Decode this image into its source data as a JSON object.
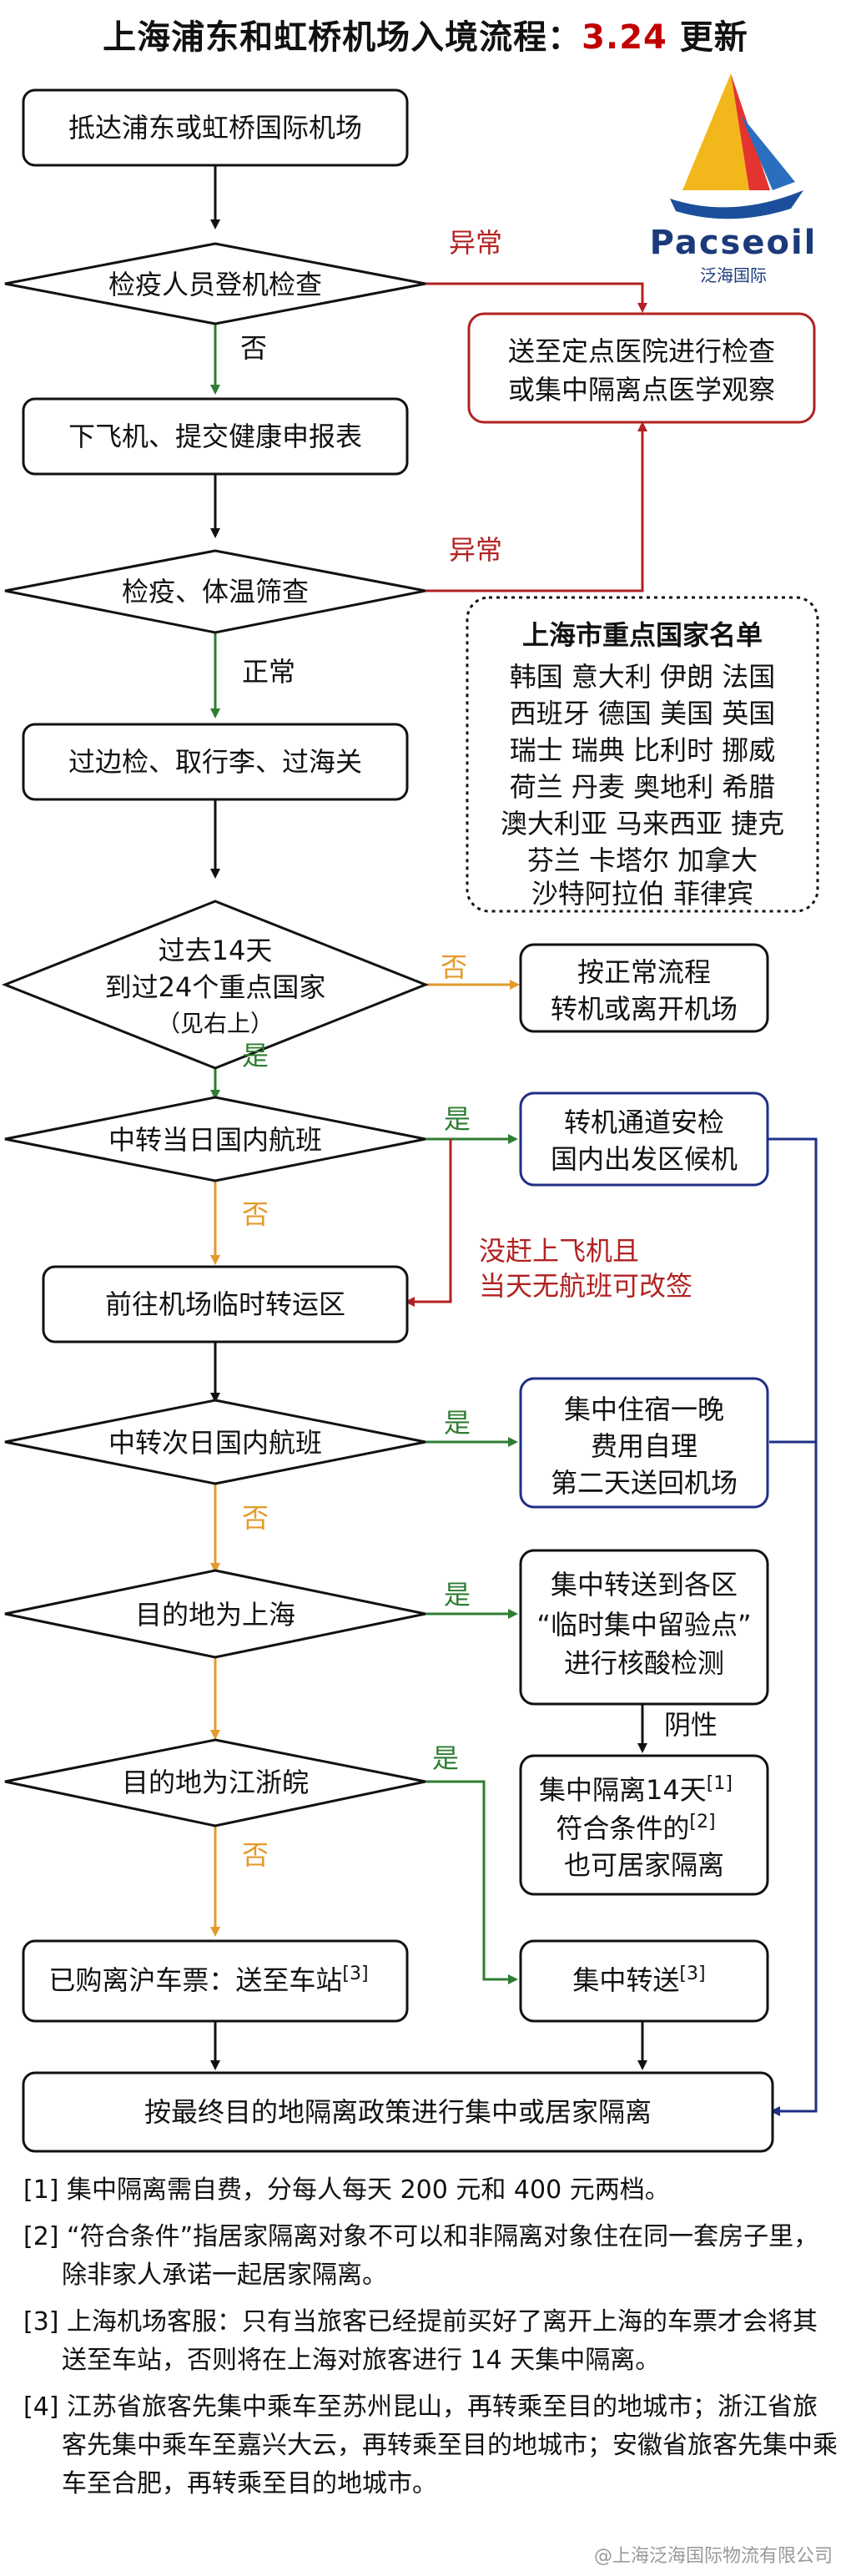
{
  "title": {
    "main": "上海浦东和虹桥机场入境流程：",
    "accent": "3.24",
    "suffix": " 更新"
  },
  "nodes": {
    "arrive": "抵达浦东或虹桥国际机场",
    "quarantine_check": "检疫人员登机检查",
    "hospital": [
      "送至定点医院进行检查",
      "或集中隔离点医学观察"
    ],
    "deplane": "下飞机、提交健康申报表",
    "temp_screen": "检疫、体温筛查",
    "border": "过边检、取行李、过海关",
    "past14": [
      "过去14天",
      "到过24个重点国家",
      "（见右上）"
    ],
    "normal_flow": [
      "按正常流程",
      "转机或离开机场"
    ],
    "same_day": "中转当日国内航班",
    "transfer_gate": [
      "转机通道安检",
      "国内出发区候机"
    ],
    "temp_zone": "前往机场临时转运区",
    "next_day": "中转次日国内航班",
    "overnight": [
      "集中住宿一晚",
      "费用自理",
      "第二天送回机场"
    ],
    "dest_sh": "目的地为上海",
    "district": [
      "集中转送到各区",
      "“临时集中留验点”",
      "进行核酸检测"
    ],
    "isolation": [
      "集中隔离14天",
      "[1]",
      "符合条件的",
      "[2]",
      "也可居家隔离"
    ],
    "dest_jzw": "目的地为江浙皖",
    "station": "已购离沪车票：送至车站",
    "station_ref": "[3]",
    "transfer": "集中转送",
    "transfer_ref": "[3]",
    "final": "按最终目的地隔离政策进行集中或居家隔离"
  },
  "labels": {
    "abnormal1": "异常",
    "abnormal2": "异常",
    "no1": "否",
    "normal": "正常",
    "no2": "否",
    "yes1": "是",
    "yes2": "是",
    "no3": "否",
    "missed": [
      "没赶上飞机且",
      "当天无航班可改签"
    ],
    "yes3": "是",
    "no4": "否",
    "yes4": "是",
    "negative": "阴性",
    "yes5": "是",
    "no5": "否"
  },
  "country_list": {
    "title": "上海市重点国家名单",
    "rows": [
      "韩国  意大利  伊朗  法国",
      "西班牙  德国  美国  英国",
      "瑞士  瑞典  比利时  挪威",
      "荷兰  丹麦  奥地利  希腊",
      "澳大利亚  马来西亚  捷克",
      "芬兰  卡塔尔  加拿大",
      "沙特阿拉伯  菲律宾"
    ]
  },
  "logo": {
    "name": "Pacseoil",
    "sub": "泛海国际"
  },
  "notes": [
    "[1] 集中隔离需自费，分每人每天 200 元和 400 元两档。",
    "[2] “符合条件”指居家隔离对象不可以和非隔离对象住在同一套房子里，除非家人承诺一起居家隔离。",
    "[3] 上海机场客服：只有当旅客已经提前买好了离开上海的车票才会将其送至车站，否则将在上海对旅客进行 14 天集中隔离。",
    "[4] 江苏省旅客先集中乘车至苏州昆山，再转乘至目的地城市；浙江省旅客先集中乘车至嘉兴大云，再转乘至目的地城市；安徽省旅客先集中乘车至合肥，再转乘至目的地城市。"
  ],
  "watermark": "@上海泛海国际物流有限公司",
  "colors": {
    "green": "#2e7d32",
    "red": "#b22222",
    "orange": "#e39a2d",
    "navy": "#1f2f86",
    "black": "#111111"
  }
}
